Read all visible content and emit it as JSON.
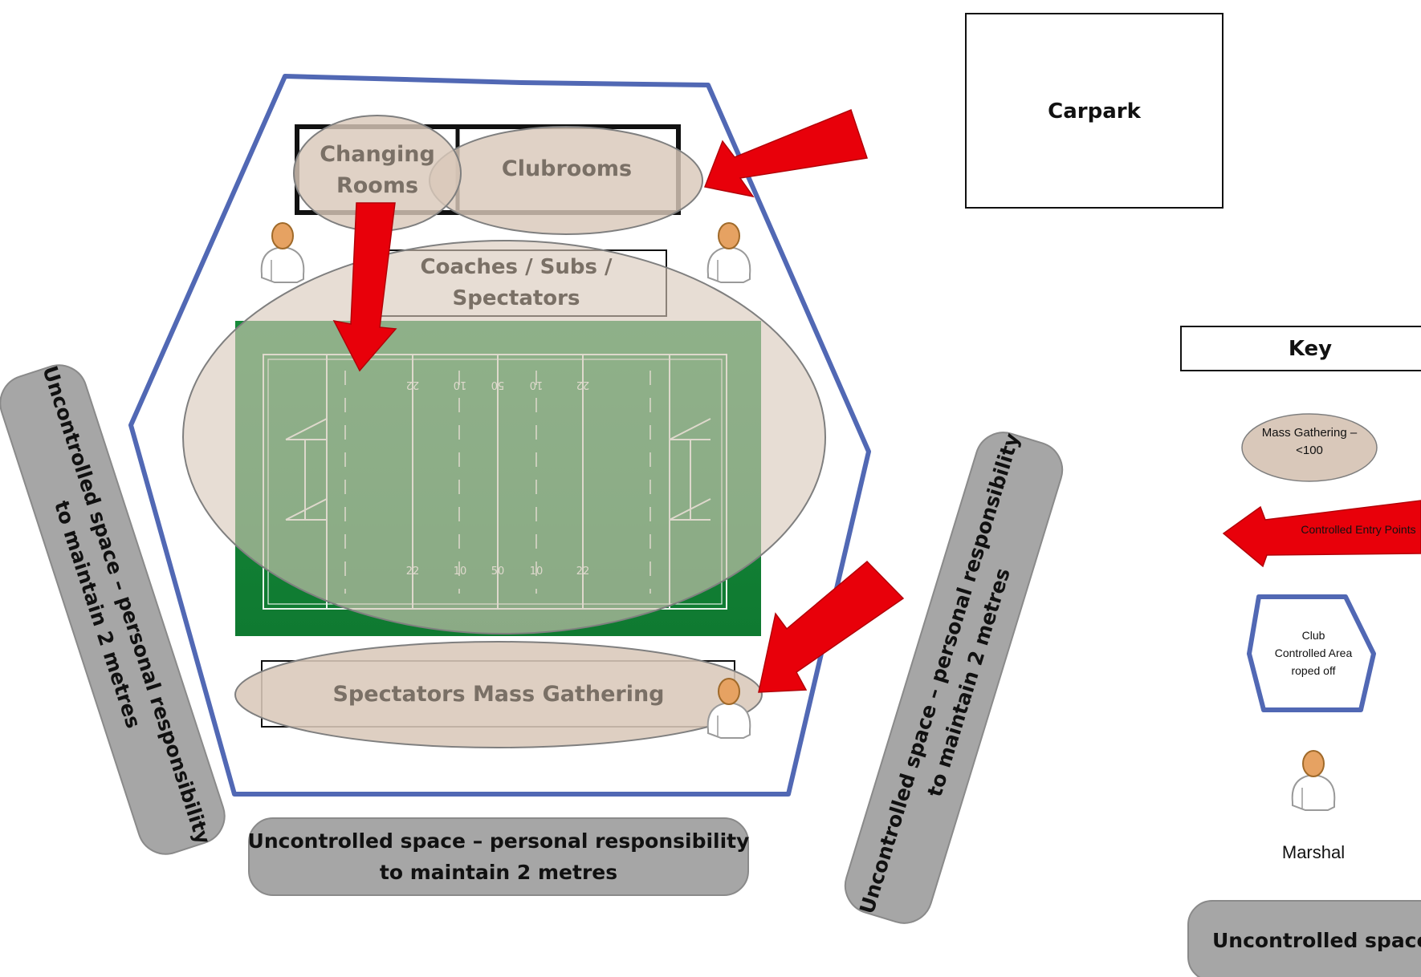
{
  "carpark": {
    "label": "Carpark"
  },
  "buildings": {
    "changing_rooms": [
      "Changing",
      "Rooms"
    ],
    "clubrooms": "Clubrooms"
  },
  "zones": {
    "coaches": [
      "Coaches / Subs /",
      "Spectators"
    ],
    "spectators_gathering": "Spectators Mass Gathering"
  },
  "field_markings": {
    "top": [
      "22",
      "10",
      "50",
      "10",
      "22"
    ],
    "bottom": [
      "22",
      "10",
      "50",
      "10",
      "22"
    ]
  },
  "uncontrolled": {
    "bottom": [
      "Uncontrolled space – personal responsibility",
      "to maintain 2 metres"
    ],
    "left": [
      "Uncontrolled space – personal responsibility",
      "to maintain 2 metres"
    ],
    "right": [
      "Uncontrolled space – personal responsibility",
      "to maintain 2 metres"
    ]
  },
  "key": {
    "title": "Key",
    "mass_gathering": [
      "Mass Gathering –",
      "<100"
    ],
    "entry_points": "Controlled Entry Points",
    "club_area": [
      "Club",
      "Controlled Area",
      "roped off"
    ],
    "marshal": "Marshal",
    "uncontrolled": "Uncontrolled space"
  },
  "colors": {
    "zone_boundary": "#5168b4",
    "gathering_fill": "#d9c8ba",
    "arrow": "#e8000a",
    "pitch": "#1f8a3c",
    "uncontrolled_fill": "#a6a6a6"
  }
}
